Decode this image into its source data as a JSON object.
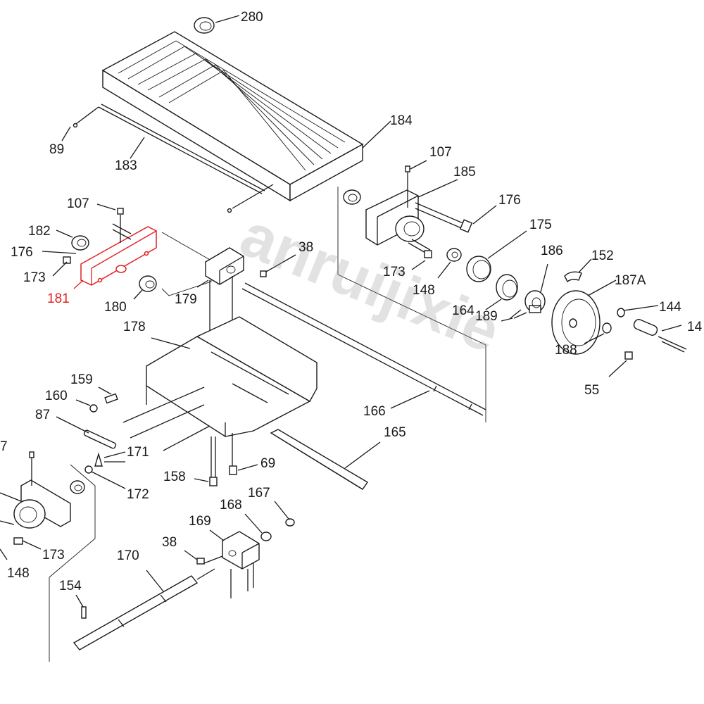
{
  "diagram": {
    "highlight_color": "#e02020",
    "line_color": "#1a1a1a",
    "watermark": "anruijixie",
    "labels": [
      {
        "id": "lbl-280",
        "text": "280",
        "highlight": false
      },
      {
        "id": "lbl-89",
        "text": "89",
        "highlight": false
      },
      {
        "id": "lbl-183",
        "text": "183",
        "highlight": false
      },
      {
        "id": "lbl-184",
        "text": "184",
        "highlight": false
      },
      {
        "id": "lbl-107a",
        "text": "107",
        "highlight": false
      },
      {
        "id": "lbl-185",
        "text": "185",
        "highlight": false
      },
      {
        "id": "lbl-176a",
        "text": "176",
        "highlight": false
      },
      {
        "id": "lbl-175",
        "text": "175",
        "highlight": false
      },
      {
        "id": "lbl-186",
        "text": "186",
        "highlight": false
      },
      {
        "id": "lbl-152",
        "text": "152",
        "highlight": false
      },
      {
        "id": "lbl-187a",
        "text": "187A",
        "highlight": false
      },
      {
        "id": "lbl-144",
        "text": "144",
        "highlight": false
      },
      {
        "id": "lbl-14x",
        "text": "14",
        "highlight": false
      },
      {
        "id": "lbl-107b",
        "text": "107",
        "highlight": false
      },
      {
        "id": "lbl-182",
        "text": "182",
        "highlight": false
      },
      {
        "id": "lbl-176b",
        "text": "176",
        "highlight": false
      },
      {
        "id": "lbl-173a",
        "text": "173",
        "highlight": false
      },
      {
        "id": "lbl-181",
        "text": "181",
        "highlight": true
      },
      {
        "id": "lbl-180",
        "text": "180",
        "highlight": false
      },
      {
        "id": "lbl-179",
        "text": "179",
        "highlight": false
      },
      {
        "id": "lbl-38a",
        "text": "38",
        "highlight": false
      },
      {
        "id": "lbl-173b",
        "text": "173",
        "highlight": false
      },
      {
        "id": "lbl-148a",
        "text": "148",
        "highlight": false
      },
      {
        "id": "lbl-164",
        "text": "164",
        "highlight": false
      },
      {
        "id": "lbl-189",
        "text": "189",
        "highlight": false
      },
      {
        "id": "lbl-188",
        "text": "188",
        "highlight": false
      },
      {
        "id": "lbl-55",
        "text": "55",
        "highlight": false
      },
      {
        "id": "lbl-178",
        "text": "178",
        "highlight": false
      },
      {
        "id": "lbl-159",
        "text": "159",
        "highlight": false
      },
      {
        "id": "lbl-160",
        "text": "160",
        "highlight": false
      },
      {
        "id": "lbl-87",
        "text": "87",
        "highlight": false
      },
      {
        "id": "lbl-7",
        "text": "7",
        "highlight": false
      },
      {
        "id": "lbl-171",
        "text": "171",
        "highlight": false
      },
      {
        "id": "lbl-172",
        "text": "172",
        "highlight": false
      },
      {
        "id": "lbl-166",
        "text": "166",
        "highlight": false
      },
      {
        "id": "lbl-165",
        "text": "165",
        "highlight": false
      },
      {
        "id": "lbl-158",
        "text": "158",
        "highlight": false
      },
      {
        "id": "lbl-69",
        "text": "69",
        "highlight": false
      },
      {
        "id": "lbl-167",
        "text": "167",
        "highlight": false
      },
      {
        "id": "lbl-168",
        "text": "168",
        "highlight": false
      },
      {
        "id": "lbl-169",
        "text": "169",
        "highlight": false
      },
      {
        "id": "lbl-38b",
        "text": "38",
        "highlight": false
      },
      {
        "id": "lbl-173c",
        "text": "173",
        "highlight": false
      },
      {
        "id": "lbl-148b",
        "text": "148",
        "highlight": false
      },
      {
        "id": "lbl-170",
        "text": "170",
        "highlight": false
      },
      {
        "id": "lbl-154",
        "text": "154",
        "highlight": false
      }
    ]
  }
}
